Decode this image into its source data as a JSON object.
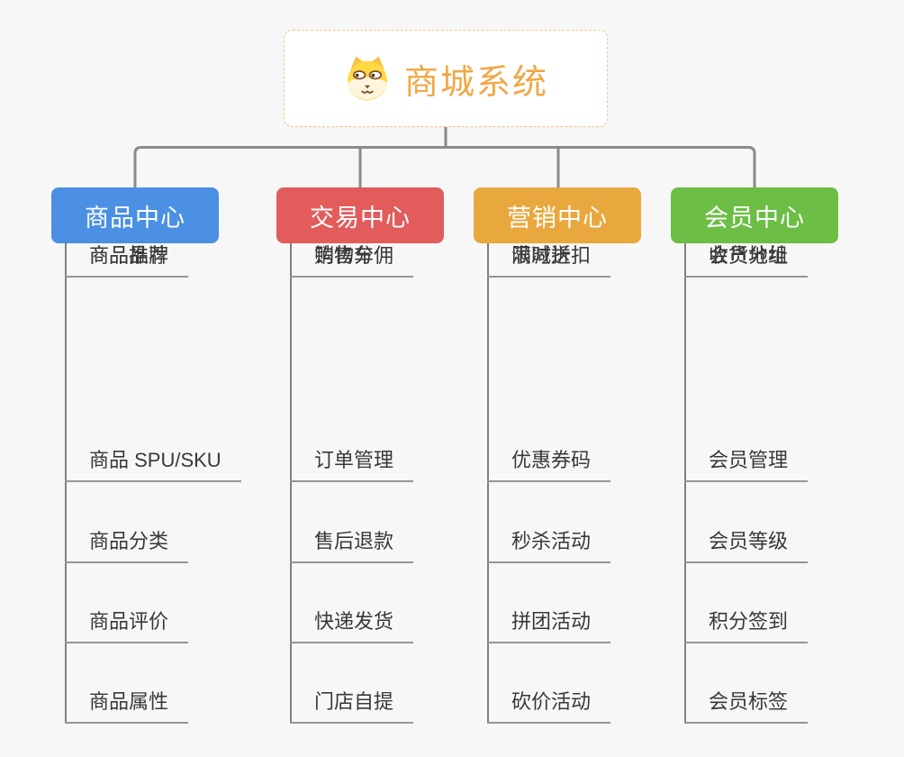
{
  "root": {
    "title": "商城系统",
    "icon": "shiba-dog-icon"
  },
  "branches": [
    {
      "label": "商品中心",
      "color": "#4b90e2",
      "items": [
        "商品 SPU/SKU",
        "商品分类",
        "商品评价",
        "商品属性",
        "商品推荐",
        "商品品牌"
      ]
    },
    {
      "label": "交易中心",
      "color": "#e25c5c",
      "items": [
        "订单管理",
        "售后退款",
        "快递发货",
        "门店自提",
        "购物车",
        "销售分佣"
      ]
    },
    {
      "label": "营销中心",
      "color": "#e9a83e",
      "items": [
        "优惠券码",
        "秒杀活动",
        "拼团活动",
        "砍价活动",
        "限时折扣",
        "满减送"
      ]
    },
    {
      "label": "会员中心",
      "color": "#6cbe45",
      "items": [
        "会员管理",
        "会员等级",
        "积分签到",
        "会员标签",
        "会员分组",
        "收货地址"
      ]
    }
  ],
  "colors": {
    "background": "#f7f7f7",
    "root_title": "#f0a845",
    "root_border": "#f0c890",
    "connector_line": "#8a8a8a",
    "item_underline": "#969696",
    "item_text": "#383838"
  }
}
